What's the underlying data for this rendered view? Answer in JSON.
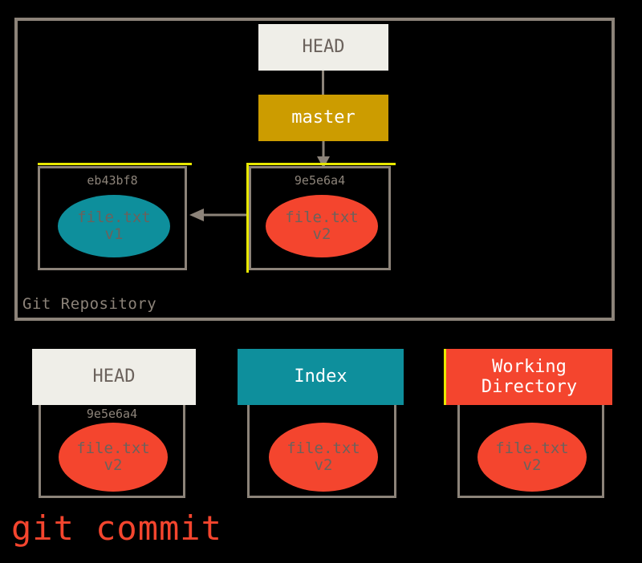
{
  "diagram": {
    "title": "git commit",
    "caption_color": "#f4452e",
    "repository": {
      "label": "Git Repository",
      "border_color": "#8c8379"
    },
    "refs": {
      "head": {
        "label": "HEAD",
        "bg": "#efeee8",
        "fg": "#6b625c"
      },
      "branch": {
        "label": "master",
        "bg": "#cc9c00",
        "fg": "#ffffff"
      }
    },
    "commits": [
      {
        "hash": "eb43bf8",
        "blob": {
          "line1": "file.txt",
          "line2": "v1",
          "fill": "#0e8f9c"
        }
      },
      {
        "hash": "9e5e6a4",
        "blob": {
          "line1": "file.txt",
          "line2": "v2",
          "fill": "#f4452e"
        }
      }
    ],
    "panels": [
      {
        "title": "HEAD",
        "title_lines": [
          "HEAD"
        ],
        "header_bg": "#efeee8",
        "header_fg": "#6b625c",
        "hash": "9e5e6a4",
        "blob": {
          "line1": "file.txt",
          "line2": "v2",
          "fill": "#f4452e"
        }
      },
      {
        "title": "Index",
        "title_lines": [
          "Index"
        ],
        "header_bg": "#0e8f9c",
        "header_fg": "#ffffff",
        "hash": "",
        "blob": {
          "line1": "file.txt",
          "line2": "v2",
          "fill": "#f4452e"
        }
      },
      {
        "title": "Working Directory",
        "title_lines": [
          "Working",
          "Directory"
        ],
        "header_bg": "#f4452e",
        "header_fg": "#ffffff",
        "hash": "",
        "blob": {
          "line1": "file.txt",
          "line2": "v2",
          "fill": "#f4452e"
        }
      }
    ],
    "arrows": [
      {
        "name": "head-to-master",
        "kind": "line"
      },
      {
        "name": "master-to-commit",
        "kind": "arrowhead-down"
      },
      {
        "name": "commit-parent-link",
        "kind": "arrowhead-left"
      }
    ]
  }
}
